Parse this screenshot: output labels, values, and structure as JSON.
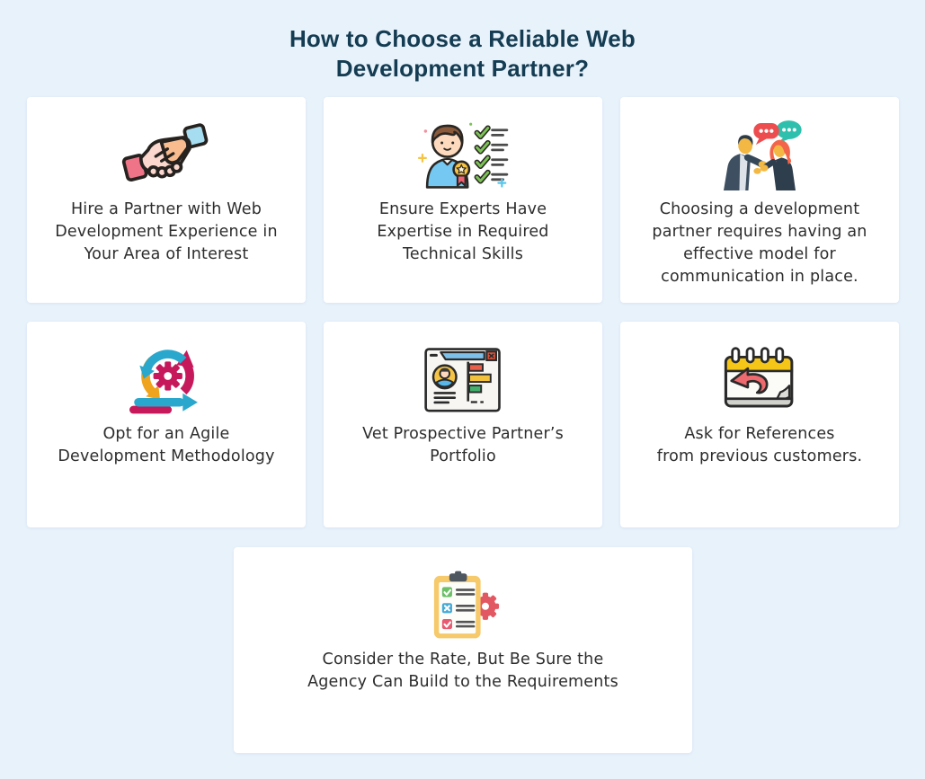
{
  "title": {
    "lines": [
      "How to Choose a Reliable Web",
      "Development Partner?"
    ],
    "color": "#143c52"
  },
  "canvas": {
    "background": "#e8f2fb",
    "card_background": "#ffffff",
    "text_color": "#2d2d2d"
  },
  "cards": [
    {
      "icon": "handshake-icon",
      "lines": [
        "Hire a Partner with Web",
        "Development Experience in",
        "Your Area of Interest"
      ]
    },
    {
      "icon": "expert-badge-checklist-icon",
      "lines": [
        "Ensure Experts Have",
        "Expertise in Required",
        "Technical Skills"
      ]
    },
    {
      "icon": "people-conversation-icon",
      "lines": [
        "Choosing a development",
        "partner requires having an",
        "effective model for",
        "communication in place."
      ]
    },
    {
      "icon": "agile-cycle-gear-icon",
      "lines": [
        "Opt for an Agile",
        "Development Methodology"
      ]
    },
    {
      "icon": "portfolio-window-icon",
      "lines": [
        "Vet Prospective Partner’s",
        "Portfolio"
      ]
    },
    {
      "icon": "calendar-back-arrow-icon",
      "lines": [
        "Ask for References",
        "from previous customers."
      ]
    },
    {
      "icon": "clipboard-checklist-gear-icon",
      "lines": [
        "Consider the Rate, But Be Sure the",
        "Agency Can Build to the Requirements"
      ]
    }
  ],
  "icon_palette": {
    "outline": "#26221f",
    "pink": "#ef7487",
    "light_blue": "#a6ddf1",
    "skin_pink": "#fbd7cd",
    "skin_orange": "#f8bc8f",
    "shirt_blue": "#74c8f1",
    "hair_brown": "#8a5a3b",
    "check_green": "#7bc355",
    "bubble_red": "#ee4d50",
    "bubble_teal": "#2fc0ad",
    "suit_dark": "#3d4f60",
    "face_yellow": "#f3b843",
    "hair_orange": "#f2654a",
    "agile_yellow": "#f0a31c",
    "agile_blue": "#2aa7cd",
    "agile_magenta": "#c6195c",
    "bar_red": "#e8604c",
    "bar_yellow": "#f2c23e",
    "bar_green": "#43b06c",
    "calendar_yellow": "#f5c517",
    "arrow_red": "#ed6a6e",
    "clipboard_yellow": "#f6c96a",
    "clip_gray": "#4e5660",
    "gear_red": "#e25862",
    "box_green": "#6cc067",
    "box_blue": "#45aad6",
    "box_red": "#e85b70"
  }
}
